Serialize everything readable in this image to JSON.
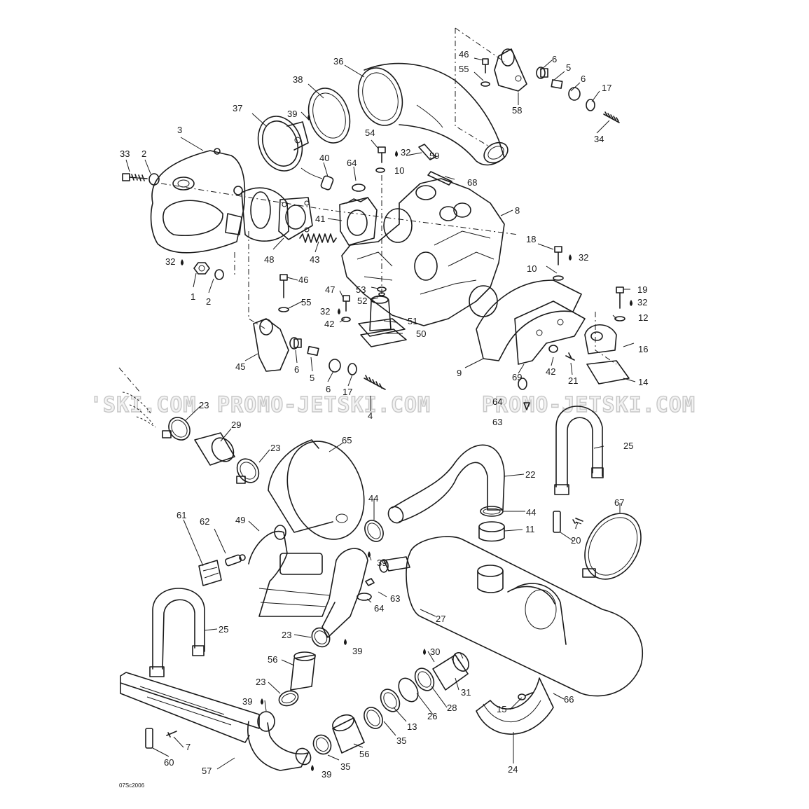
{
  "watermarks": [
    "'SKI.COM",
    "PROMO-JETSKI.COM",
    "PROMO-JETSKI.COM"
  ],
  "drawing_code": "07Sc2006",
  "callouts": [
    {
      "id": "c1",
      "text": "36"
    },
    {
      "id": "c2",
      "text": "46"
    },
    {
      "id": "c3",
      "text": "55"
    },
    {
      "id": "c4",
      "text": "6"
    },
    {
      "id": "c5",
      "text": "5"
    },
    {
      "id": "c6",
      "text": "6"
    },
    {
      "id": "c7",
      "text": "17"
    },
    {
      "id": "c8",
      "text": "58"
    },
    {
      "id": "c9",
      "text": "34"
    },
    {
      "id": "c10",
      "text": "38"
    },
    {
      "id": "c11",
      "text": "37"
    },
    {
      "id": "c12",
      "text": "39"
    },
    {
      "id": "c13",
      "text": "3"
    },
    {
      "id": "c14",
      "text": "33"
    },
    {
      "id": "c15",
      "text": "2"
    },
    {
      "id": "c16",
      "text": "40"
    },
    {
      "id": "c17",
      "text": "54"
    },
    {
      "id": "c18",
      "text": "32"
    },
    {
      "id": "c19",
      "text": "59"
    },
    {
      "id": "c20",
      "text": "10"
    },
    {
      "id": "c21",
      "text": "64"
    },
    {
      "id": "c22",
      "text": "68"
    },
    {
      "id": "c23",
      "text": "8"
    },
    {
      "id": "c24",
      "text": "41"
    },
    {
      "id": "c25",
      "text": "48"
    },
    {
      "id": "c26",
      "text": "43"
    },
    {
      "id": "c27",
      "text": "18"
    },
    {
      "id": "c28",
      "text": "32"
    },
    {
      "id": "c29",
      "text": "32"
    },
    {
      "id": "c30",
      "text": "1"
    },
    {
      "id": "c31",
      "text": "2"
    },
    {
      "id": "c32",
      "text": "10"
    },
    {
      "id": "c33",
      "text": "46"
    },
    {
      "id": "c34",
      "text": "55"
    },
    {
      "id": "c35",
      "text": "47"
    },
    {
      "id": "c36",
      "text": "53"
    },
    {
      "id": "c37",
      "text": "52"
    },
    {
      "id": "c38",
      "text": "32"
    },
    {
      "id": "c39",
      "text": "42"
    },
    {
      "id": "c40",
      "text": "51"
    },
    {
      "id": "c41",
      "text": "50"
    },
    {
      "id": "c42",
      "text": "19"
    },
    {
      "id": "c43",
      "text": "32"
    },
    {
      "id": "c44",
      "text": "12"
    },
    {
      "id": "c45",
      "text": "16"
    },
    {
      "id": "c46",
      "text": "14"
    },
    {
      "id": "c47",
      "text": "45"
    },
    {
      "id": "c48",
      "text": "6"
    },
    {
      "id": "c49",
      "text": "5"
    },
    {
      "id": "c50",
      "text": "6"
    },
    {
      "id": "c51",
      "text": "17"
    },
    {
      "id": "c52",
      "text": "4"
    },
    {
      "id": "c53",
      "text": "9"
    },
    {
      "id": "c54",
      "text": "69"
    },
    {
      "id": "c55",
      "text": "42"
    },
    {
      "id": "c56",
      "text": "21"
    },
    {
      "id": "c57",
      "text": "23"
    },
    {
      "id": "c58",
      "text": "29"
    },
    {
      "id": "c59",
      "text": "64"
    },
    {
      "id": "c60",
      "text": "63"
    },
    {
      "id": "c61",
      "text": "25"
    },
    {
      "id": "c62",
      "text": "65"
    },
    {
      "id": "c63",
      "text": "23"
    },
    {
      "id": "c64",
      "text": "22"
    },
    {
      "id": "c65",
      "text": "44"
    },
    {
      "id": "c66",
      "text": "44"
    },
    {
      "id": "c67",
      "text": "67"
    },
    {
      "id": "c68",
      "text": "49"
    },
    {
      "id": "c69",
      "text": "62"
    },
    {
      "id": "c70",
      "text": "61"
    },
    {
      "id": "c71",
      "text": "11"
    },
    {
      "id": "c72",
      "text": "7"
    },
    {
      "id": "c73",
      "text": "20"
    },
    {
      "id": "c74",
      "text": "39"
    },
    {
      "id": "c75",
      "text": "63"
    },
    {
      "id": "c76",
      "text": "64"
    },
    {
      "id": "c77",
      "text": "27"
    },
    {
      "id": "c78",
      "text": "25"
    },
    {
      "id": "c79",
      "text": "23"
    },
    {
      "id": "c80",
      "text": "39"
    },
    {
      "id": "c81",
      "text": "56"
    },
    {
      "id": "c82",
      "text": "30"
    },
    {
      "id": "c83",
      "text": "23"
    },
    {
      "id": "c84",
      "text": "31"
    },
    {
      "id": "c85",
      "text": "39"
    },
    {
      "id": "c86",
      "text": "28"
    },
    {
      "id": "c87",
      "text": "26"
    },
    {
      "id": "c88",
      "text": "15"
    },
    {
      "id": "c89",
      "text": "66"
    },
    {
      "id": "c90",
      "text": "13"
    },
    {
      "id": "c91",
      "text": "35"
    },
    {
      "id": "c92",
      "text": "7"
    },
    {
      "id": "c93",
      "text": "56"
    },
    {
      "id": "c94",
      "text": "60"
    },
    {
      "id": "c95",
      "text": "57"
    },
    {
      "id": "c96",
      "text": "35"
    },
    {
      "id": "c97",
      "text": "39"
    },
    {
      "id": "c98",
      "text": "24"
    }
  ]
}
